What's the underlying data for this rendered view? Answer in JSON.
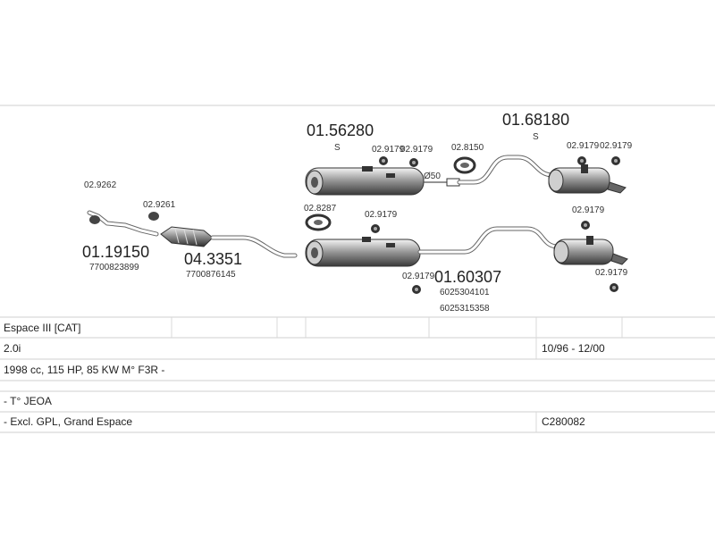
{
  "parts": {
    "silencer_front_upper": {
      "code": "01.56280",
      "suffix": "S"
    },
    "silencer_rear_upper": {
      "code": "01.68180",
      "suffix": "S"
    },
    "silencer_middle_lower": {
      "code": "01.60307",
      "refs": [
        "6025304101",
        "6025315358"
      ]
    },
    "front_pipe": {
      "code": "01.19150",
      "ref": "7700823899"
    },
    "catalyst": {
      "code": "04.3351",
      "ref": "7700876145"
    },
    "clamp_front": "02.9262",
    "clamp_cat": "02.9261",
    "clamp_upper_1": "02.9179",
    "clamp_upper_2": "02.9179",
    "clamp_upper_ring": "02.8150",
    "clamp_rear_upper_1": "02.9179",
    "clamp_rear_upper_2": "02.9179",
    "clamp_lower_ring": "02.8287",
    "clamp_lower_1": "02.9179",
    "clamp_lower_2": "02.9179",
    "clamp_rear_lower_1": "02.9179",
    "clamp_rear_lower_2": "02.9179",
    "pipe_diameter": "Ø50"
  },
  "table": {
    "rows": [
      {
        "left": "Espace III  [CAT]",
        "right": ""
      },
      {
        "left": "2.0i",
        "right": "10/96 - 12/00"
      },
      {
        "left": "1998 cc, 115 HP, 85 KW M° F3R -",
        "right": ""
      },
      {
        "left": "",
        "right": ""
      },
      {
        "left": "- T° JEOA",
        "right": ""
      },
      {
        "left": "- Excl. GPL, Grand Espace",
        "right": "C280082"
      }
    ]
  }
}
